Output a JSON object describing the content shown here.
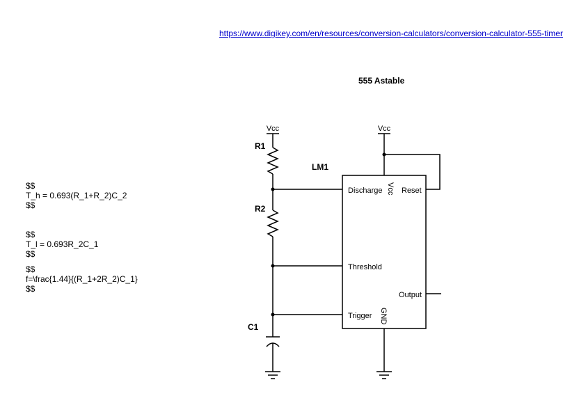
{
  "link": {
    "url_text": "https://www.digikey.com/en/resources/conversion-calculators/conversion-calculator-555-timer"
  },
  "diagram": {
    "title": "555 Astable",
    "vcc_left": "Vcc",
    "vcc_right": "Vcc",
    "r1": "R1",
    "r2": "R2",
    "c1": "C1",
    "ic_name": "LM1",
    "pins": {
      "discharge": "Discharge",
      "vcc": "Vcc",
      "reset": "Reset",
      "threshold": "Threshold",
      "output": "Output",
      "trigger": "Trigger",
      "gnd": "GND"
    }
  },
  "formulas": [
    {
      "open": "$$",
      "body": "T_h = 0.693(R_1+R_2)C_2",
      "close": "$$"
    },
    {
      "open": "$$",
      "body": "T_l = 0.693R_2C_1",
      "close": "$$"
    },
    {
      "open": "$$",
      "body": "f=\\frac{1.44}{(R_1+2R_2)C_1}",
      "close": "$$"
    }
  ]
}
